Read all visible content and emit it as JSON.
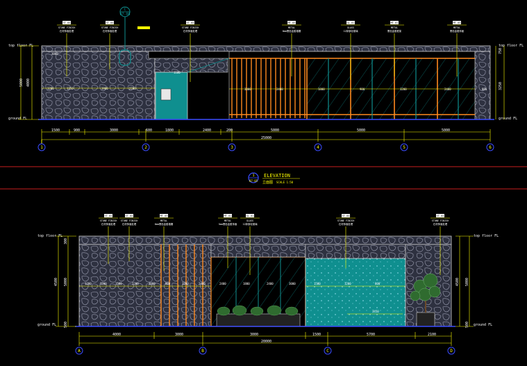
{
  "colors": {
    "background": "#000000",
    "dimension": "#ffff00",
    "wall_outline": "#d0d0d0",
    "stone_fill": "#2e3140",
    "stone_pattern": "#8a8da0",
    "wood": "#ff8a1e",
    "teal": "#0f8f8f",
    "glass": "#0f8f8f",
    "section_line": "#c81e1e",
    "grid_bubble": "#3a4cff",
    "leader": "#ffff00",
    "tag_fill": "#ffffff",
    "plant": "#2f6b2f"
  },
  "top_elevation": {
    "levels": {
      "top": "top floor FL",
      "ground": "ground FL"
    },
    "section_tag": "07-06",
    "section_letter": "C",
    "tags": [
      {
        "code": "ST-04",
        "line1": "STONE FINISH",
        "line2": "石材饰面处理"
      },
      {
        "code": "ST-04",
        "line1": "STONE FINISH",
        "line2": "石材饰面处理"
      },
      {
        "code": "ST-04",
        "line1": "STONE FINISH",
        "line2": "石材饰面处理"
      },
      {
        "code": "MT-03",
        "line1": "METAL",
        "line2": "8mm黑色金属格栅"
      },
      {
        "code": "GL-01",
        "line1": "GLASS",
        "line2": "12厚钢化玻璃"
      },
      {
        "code": "MT-01",
        "line1": "METAL",
        "line2": "黑色金属框架"
      },
      {
        "code": "MT-03",
        "line1": "METAL",
        "line2": "黑色金属饰面"
      }
    ],
    "spans": [
      "1500",
      "900",
      "3000",
      "600",
      "1800",
      "2400",
      "200",
      "5000",
      "5000",
      "5000"
    ],
    "overall": "25000",
    "height_dims": [
      "5000",
      "4000",
      "500",
      "3250",
      "750"
    ],
    "axes": [
      "1",
      "2",
      "3",
      "4",
      "5",
      "6"
    ],
    "notes": [
      "1200",
      "1250",
      "1900",
      "2700",
      "1100",
      "3000",
      "2400",
      "1800",
      "900",
      "1200",
      "2400",
      "800",
      "3000"
    ]
  },
  "title": {
    "number": "1",
    "sheet": "07-05",
    "main": "ELEVATION",
    "sub": "立面图",
    "scale": "SCALE 1:50"
  },
  "bottom_elevation": {
    "levels": {
      "top": "top floor FL",
      "ground": "ground FL"
    },
    "tags": [
      {
        "code": "ST-04",
        "line1": "STONE FINISH",
        "line2": "石材饰面处理"
      },
      {
        "code": "ST-04",
        "line1": "STONE FINISH",
        "line2": "石材饰面处理"
      },
      {
        "code": "MT-03",
        "line1": "METAL",
        "line2": "8mm黑色金属格栅"
      },
      {
        "code": "MT-01",
        "line1": "METAL",
        "line2": "5mm黑色金属饰面"
      },
      {
        "code": "GL-01",
        "line1": "GLASS",
        "line2": "12厚钢化玻璃"
      },
      {
        "code": "ST-04",
        "line1": "STONE FINISH",
        "line2": "石材饰面处理"
      },
      {
        "code": "ST-04",
        "line1": "STONE FINISH",
        "line2": "石材饰面处理"
      }
    ],
    "spans": [
      "4000",
      "3000",
      "3000",
      "1500",
      "5700",
      "2100"
    ],
    "overall": "20000",
    "height_dims": [
      "4500",
      "5000",
      "300",
      "500"
    ],
    "right_height_dims": [
      "4500",
      "5000",
      "500"
    ],
    "axes": [
      "A",
      "B",
      "C",
      "D"
    ],
    "notes": [
      "1200",
      "1200",
      "1500",
      "1200",
      "3000",
      "800",
      "1200",
      "2400",
      "2400",
      "1800",
      "2400",
      "3000",
      "1500",
      "1200",
      "800",
      "3450"
    ]
  }
}
